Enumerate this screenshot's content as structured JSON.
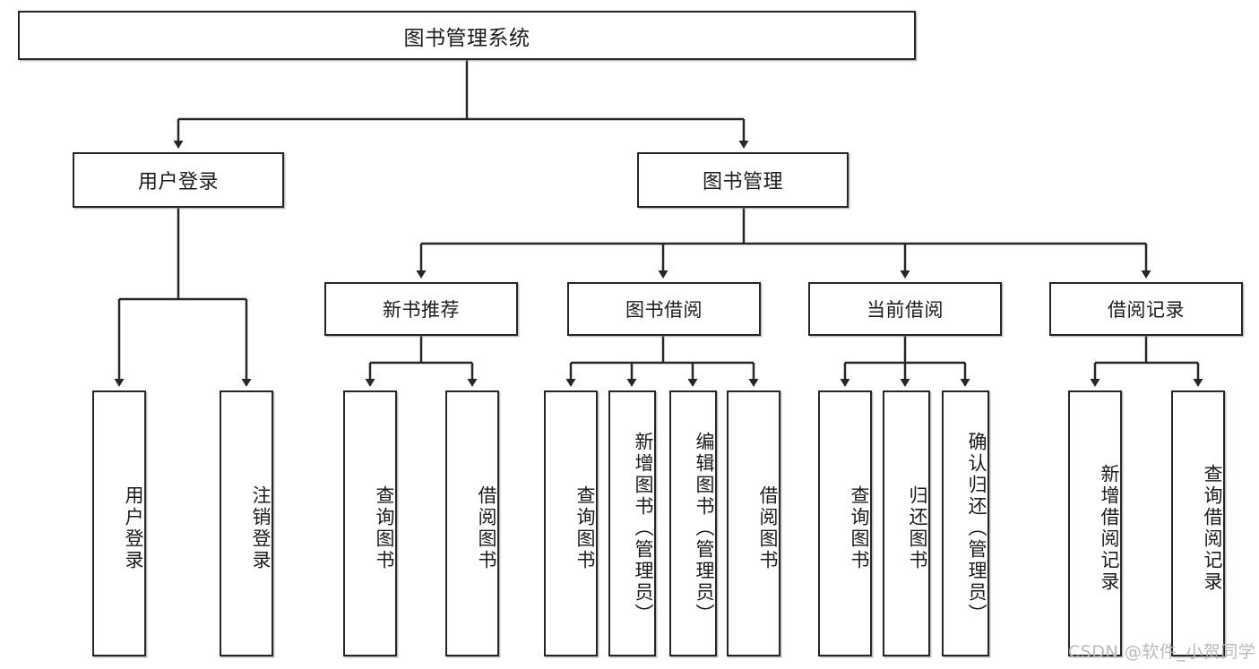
{
  "diagram": {
    "type": "tree",
    "title": "图书管理系统",
    "watermark": "CSDN @软件_小贺同学",
    "colors": {
      "stroke": "#262626",
      "fill": "#ffffff",
      "text": "#1b1b1b",
      "watermark": "#b9b9b9"
    },
    "nodes": {
      "root": {
        "label": "图书管理系统"
      },
      "level2": [
        {
          "label": "用户登录"
        },
        {
          "label": "图书管理"
        }
      ],
      "level3": [
        {
          "label": "新书推荐"
        },
        {
          "label": "图书借阅"
        },
        {
          "label": "当前借阅"
        },
        {
          "label": "借阅记录"
        }
      ],
      "leaves": {
        "user_login": [
          {
            "label": "用户登录"
          },
          {
            "label": "注销登录"
          }
        ],
        "new_book": [
          {
            "label": "查询图书"
          },
          {
            "label": "借阅图书"
          }
        ],
        "book_borrow": [
          {
            "label": "查询图书"
          },
          {
            "label": "新增图书（管理员）"
          },
          {
            "label": "编辑图书（管理员）"
          },
          {
            "label": "借阅图书"
          }
        ],
        "current_borrow": [
          {
            "label": "查询图书"
          },
          {
            "label": "归还图书"
          },
          {
            "label": "确认归还（管理员）"
          }
        ],
        "borrow_record": [
          {
            "label": "新增借阅记录"
          },
          {
            "label": "查询借阅记录"
          }
        ]
      }
    }
  }
}
